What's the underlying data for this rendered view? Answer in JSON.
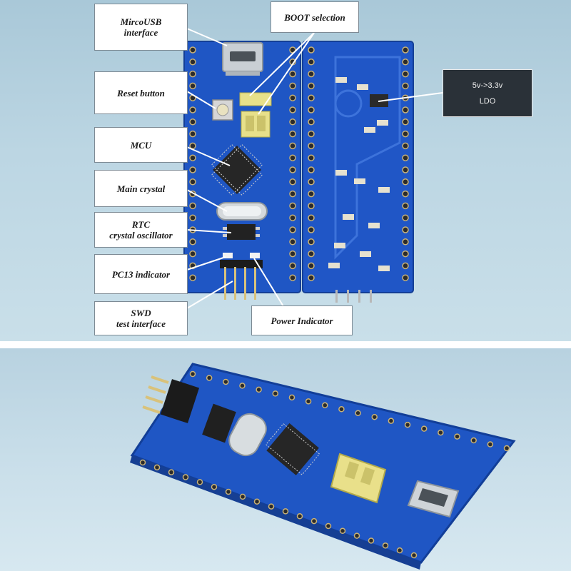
{
  "labels": {
    "microusb": "MircoUSB\ninterface",
    "boot": "BOOT selection",
    "reset": "Reset button",
    "mcu": "MCU",
    "main_crystal": "Main crystal",
    "rtc": "RTC\ncrystal oscillator",
    "pc13": "PC13 indicator",
    "swd": "SWD\ntest interface",
    "power": "Power Indicator",
    "ldo": "5v->3.3v\nLDO"
  },
  "colors": {
    "pcb_blue": "#1f56c4",
    "callout_line": "#ffffff",
    "jumper_yellow": "#e7e08a",
    "chip_black": "#222222",
    "pin_gold": "#d9c27a"
  }
}
